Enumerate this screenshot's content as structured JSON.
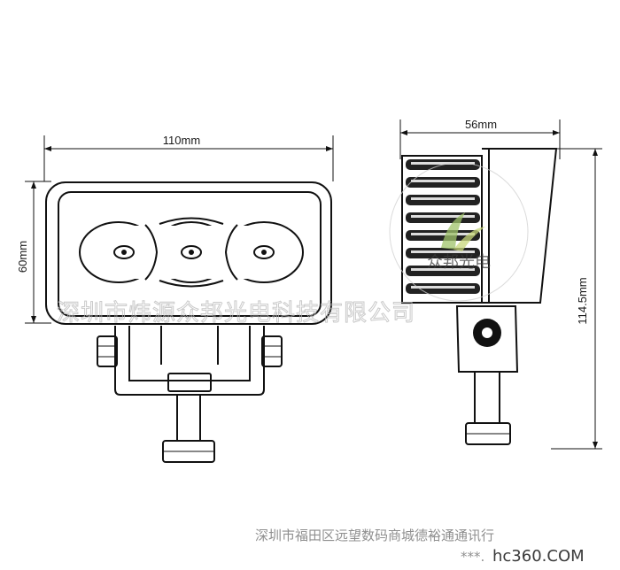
{
  "dimensions": {
    "front_width": "110mm",
    "front_height": "60mm",
    "side_depth": "56mm",
    "total_height": "114.5mm"
  },
  "watermark": {
    "company": "深圳市炜源众邦光电科技有限公司",
    "logo_tagline": "众邦光电"
  },
  "footer": {
    "address": "深圳市福田区远望数码商城德裕通通讯行",
    "brand": "hc360.COM",
    "brand_prefix": "***."
  }
}
